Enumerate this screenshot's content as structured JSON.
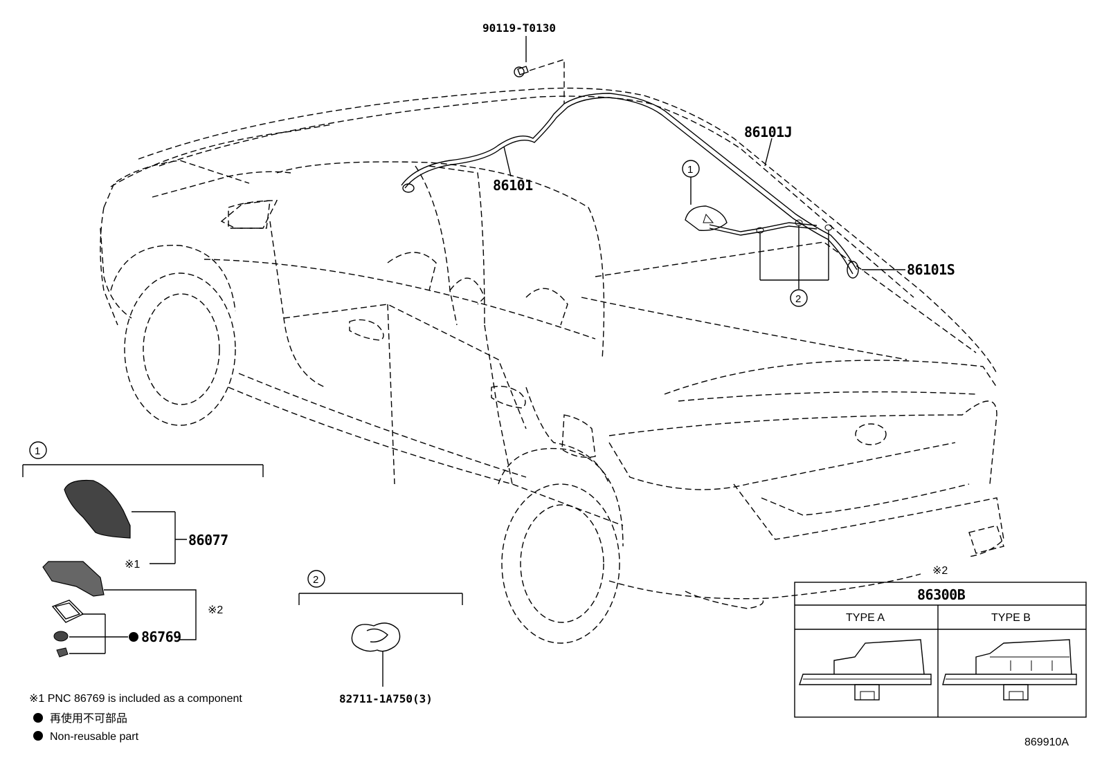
{
  "parts": {
    "screw": "90119-T0130",
    "cord_main": "86101J",
    "cord_center": "86101",
    "cord_end": "86101S",
    "antenna_cover": "86077",
    "gasket_set": "86769",
    "clip": "82711-1A750(3)",
    "antenna_assy": "86300B"
  },
  "callouts": {
    "c1": "1",
    "c2": "2",
    "ref1": "※1",
    "ref2": "※2"
  },
  "types": {
    "a": "TYPE A",
    "b": "TYPE B"
  },
  "notes": {
    "note1": "※1 PNC 86769 is included as a component",
    "note2_jp": "再使用不可部品",
    "note2_en": "Non-reusable part"
  },
  "illustration_id": "869910A"
}
